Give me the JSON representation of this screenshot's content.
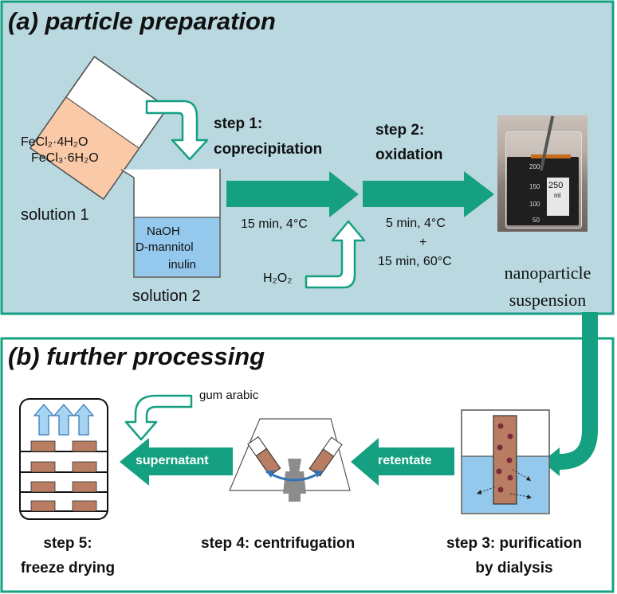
{
  "section_a": {
    "title": "(a) particle preparation"
  },
  "section_b": {
    "title": "(b) further processing"
  },
  "solution1": {
    "formula_line1": "FeCl₂·4H₂O",
    "formula_line2": "FeCl₃·6H₂O",
    "label": "solution 1"
  },
  "solution2": {
    "line1": "NaOH",
    "line2": "D-mannitol",
    "line3": "inulin",
    "label": "solution 2"
  },
  "step1": {
    "line1": "step 1:",
    "line2": "coprecipitation",
    "condition": "15 min, 4°C"
  },
  "step2": {
    "line1": "step 2:",
    "line2": "oxidation",
    "condition1": "5 min, 4°C",
    "plus": "+",
    "condition2": "15 min, 60°C"
  },
  "h2o2": "H₂O₂",
  "beaker_marks": {
    "m250": "250",
    "ml": "ml",
    "m200": "200",
    "m150": "150",
    "m100": "100",
    "m50": "50"
  },
  "nanoparticle": {
    "line1": "nanoparticle",
    "line2": "suspension"
  },
  "gum_arabic": "gum arabic",
  "arrows": {
    "supernatant": "supernatant",
    "retentate": "retentate"
  },
  "step3": {
    "line1": "step 3: purification",
    "line2": "by dialysis"
  },
  "step4": {
    "label": "step 4: centrifugation"
  },
  "step5": {
    "line1": "step 5:",
    "line2": "freeze drying"
  },
  "colors": {
    "green": "#15a081",
    "panel": "#b9d8e0",
    "orange": "#fac9a8",
    "water": "#94c8ec",
    "brown": "#b87d62"
  }
}
